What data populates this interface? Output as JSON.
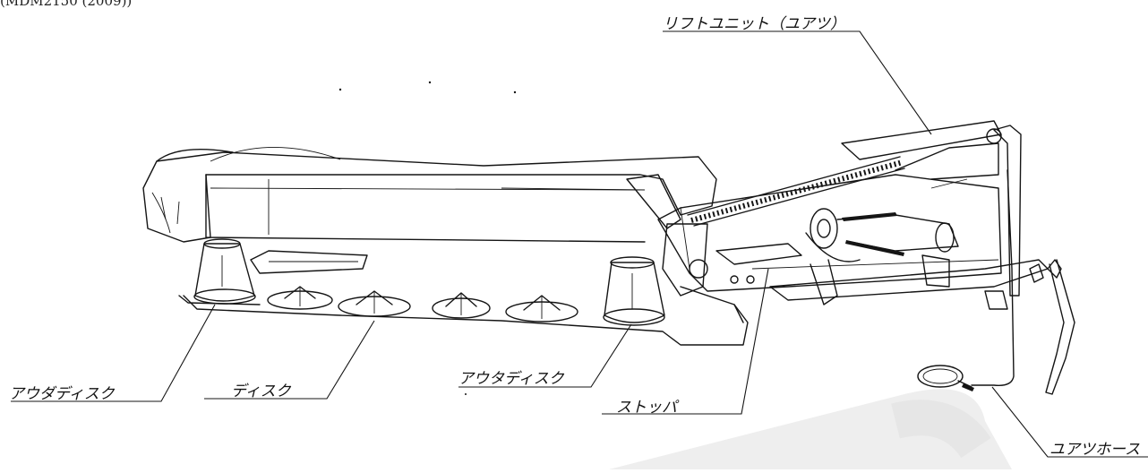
{
  "header": {
    "text": "(MDM2150 (2009))"
  },
  "labels": {
    "lift_unit": "リフトユニット（ユアツ）",
    "outer_disc_left": "アウダディスク",
    "disc": "ディスク",
    "outer_disc_right": "アウタディスク",
    "stopper": "ストッパ",
    "hydraulic_hose": "ユアツホース"
  }
}
